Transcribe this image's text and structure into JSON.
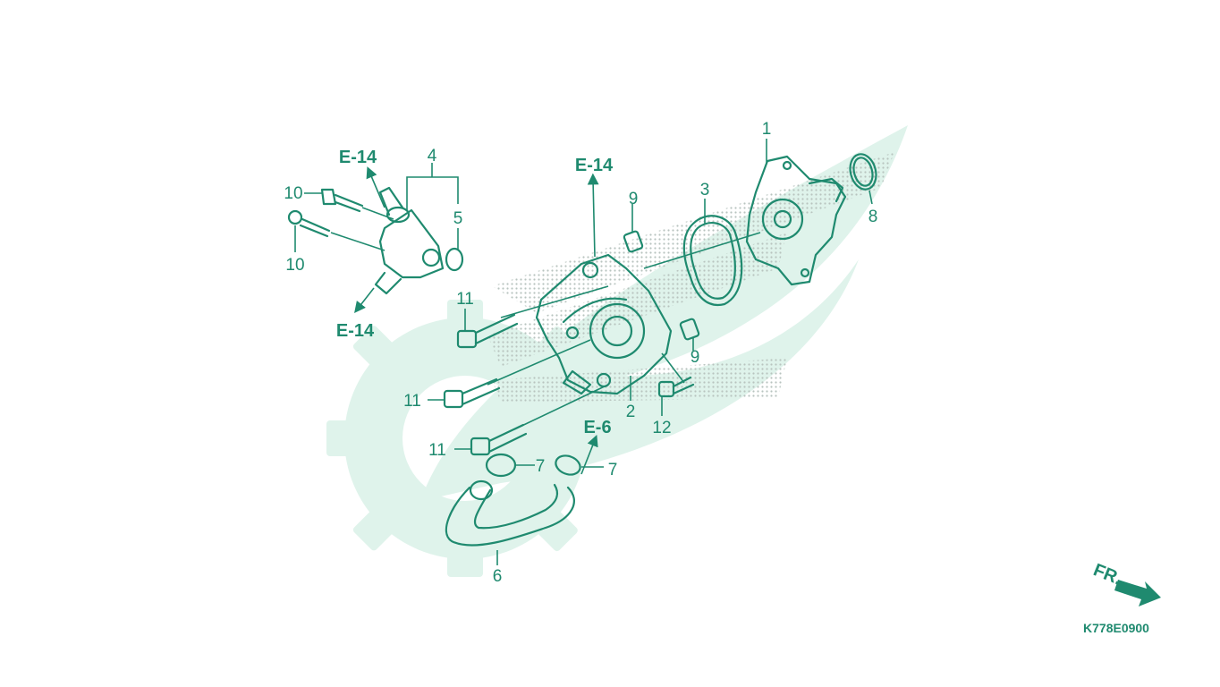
{
  "diagram": {
    "part_numbers": [
      "1",
      "2",
      "3",
      "4",
      "5",
      "6",
      "7",
      "7",
      "8",
      "9",
      "9",
      "10",
      "10",
      "11",
      "11",
      "11",
      "12"
    ],
    "references": [
      "E-14",
      "E-14",
      "E-14",
      "E-6"
    ],
    "direction_label": "FR.",
    "drawing_code": "K778E0900"
  },
  "colors": {
    "line": "#1f8a6f",
    "watermark": "#dff3eb",
    "background": "#ffffff"
  },
  "icons": {
    "direction": "arrow-right-down-icon"
  }
}
